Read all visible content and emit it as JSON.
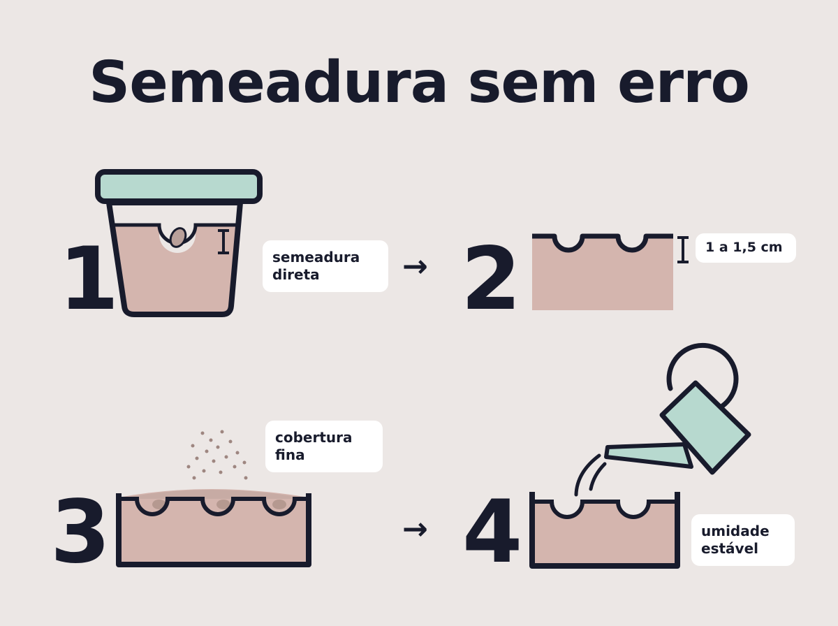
{
  "title": "Semeadura sem erro",
  "colors": {
    "ink": "#181b2c",
    "soil": "#d4b5ae",
    "mint": "#b7d9cf",
    "background": "#ece7e5",
    "seed": "#b9a09a"
  },
  "steps": [
    {
      "number": "1",
      "label": "semeadura\ndireta",
      "icon": "pot-with-seed-icon"
    },
    {
      "number": "2",
      "label": "1 a 1,5 cm",
      "icon": "soil-furrows-depth-icon"
    },
    {
      "number": "3",
      "label": "cobertura\nfina",
      "icon": "sprinkled-cover-tray-icon"
    },
    {
      "number": "4",
      "label": "umidade\nestável",
      "icon": "watering-can-icon"
    }
  ],
  "arrow": "→"
}
